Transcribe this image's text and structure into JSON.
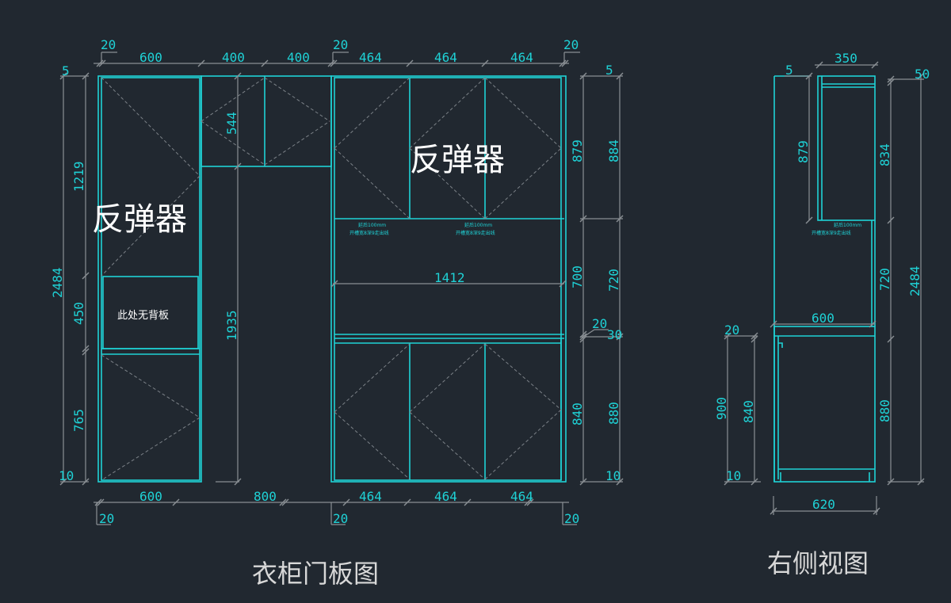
{
  "colors": {
    "background": "#212830",
    "outline": "#1fd2d6",
    "dimension_line": "#8a8f94",
    "dim_text": "#1fd2d6",
    "label": "#ffffff"
  },
  "front_view": {
    "title": "衣柜门板图",
    "labels": {
      "rebound_left": "反弹器",
      "rebound_right": "反弹器",
      "no_back_panel": "此处无背板"
    },
    "notes": [
      {
        "line1": "延后100mm",
        "line2": "开槽宽8深9走出线"
      },
      {
        "line1": "延后100mm",
        "line2": "开槽宽8深9走出线"
      }
    ],
    "top_dims": {
      "gap_left": "20",
      "w1": "600",
      "w2": "400",
      "w3": "400",
      "gap_mid": "20",
      "w4": "464",
      "w5": "464",
      "w6": "464",
      "gap_right": "20"
    },
    "bottom_dims": {
      "w1": "600",
      "w2": "800",
      "w3": "464",
      "w4": "464",
      "w5": "464",
      "gap_left": "20",
      "gap_mid": "20",
      "gap_right": "20"
    },
    "left_dims": {
      "top_gap": "5",
      "total": "2484",
      "h1": "1219",
      "h2": "450",
      "h3": "765",
      "bottom_gap": "10"
    },
    "inner_dims": {
      "upper_small": "544",
      "opening": "1935",
      "shelf_width": "1412"
    },
    "right_dims": {
      "top_gap": "5",
      "h1": "879",
      "h2": "700",
      "h3": "840",
      "gap_a": "20",
      "gap_b": "30",
      "t1": "884",
      "t2": "720",
      "t3": "880",
      "bottom_gap": "10"
    }
  },
  "side_view": {
    "title": "右侧视图",
    "note": {
      "line1": "延后100mm",
      "line2": "开槽宽8深9走出线"
    },
    "dims": {
      "top_depth": "350",
      "top_gap": "5",
      "right_gap": "50",
      "upper_h": "879",
      "upper_total": "834",
      "mid_h": "720",
      "total": "2484",
      "counter_depth": "600",
      "left_gap": "20",
      "base_h1": "900",
      "base_h2": "840",
      "base_gap": "10",
      "lower_h": "880",
      "base_depth": "620"
    }
  }
}
